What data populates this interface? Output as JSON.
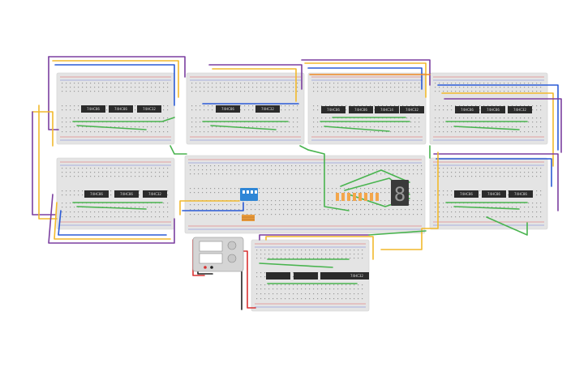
{
  "title": "",
  "colors": {
    "board": "#e4e4e4",
    "rail_red": "#e05a5a",
    "rail_blue": "#6a7fd8",
    "chip": "#2b2b2b",
    "wire_green": "#49b44f",
    "wire_yellow": "#f2b92c",
    "wire_orange": "#f08a24",
    "wire_purple": "#7b3fa0",
    "wire_blue": "#2b5bd6",
    "wire_red": "#d83131",
    "wire_black": "#222222",
    "dip_switch": "#2f86d6",
    "led": "#f3a64b",
    "seven_seg": "#3a3a3a",
    "power_supply": "#dcdcdc"
  },
  "chips": [
    {
      "label": "74HC86"
    },
    {
      "label": "74HC86"
    },
    {
      "label": "74HC32"
    },
    {
      "label": "74HC86"
    },
    {
      "label": "74HC32"
    },
    {
      "label": "74HC86"
    },
    {
      "label": "74HC86"
    },
    {
      "label": "74HC14"
    },
    {
      "label": "74HC32"
    },
    {
      "label": "74HC86"
    },
    {
      "label": "74HC86"
    },
    {
      "label": "74HC32"
    },
    {
      "label": "74HC86"
    },
    {
      "label": "74HC86"
    },
    {
      "label": "74HC32"
    },
    {
      "label": "74HC86"
    },
    {
      "label": "74HC86"
    },
    {
      "label": "74HC86"
    },
    {
      "label": "74HC32"
    }
  ],
  "seven_segment_digit": "8",
  "components": {
    "dip_switch": "dip-switch",
    "led_bar": "led-array",
    "display": "seven-segment-display",
    "supply": "power-supply"
  }
}
